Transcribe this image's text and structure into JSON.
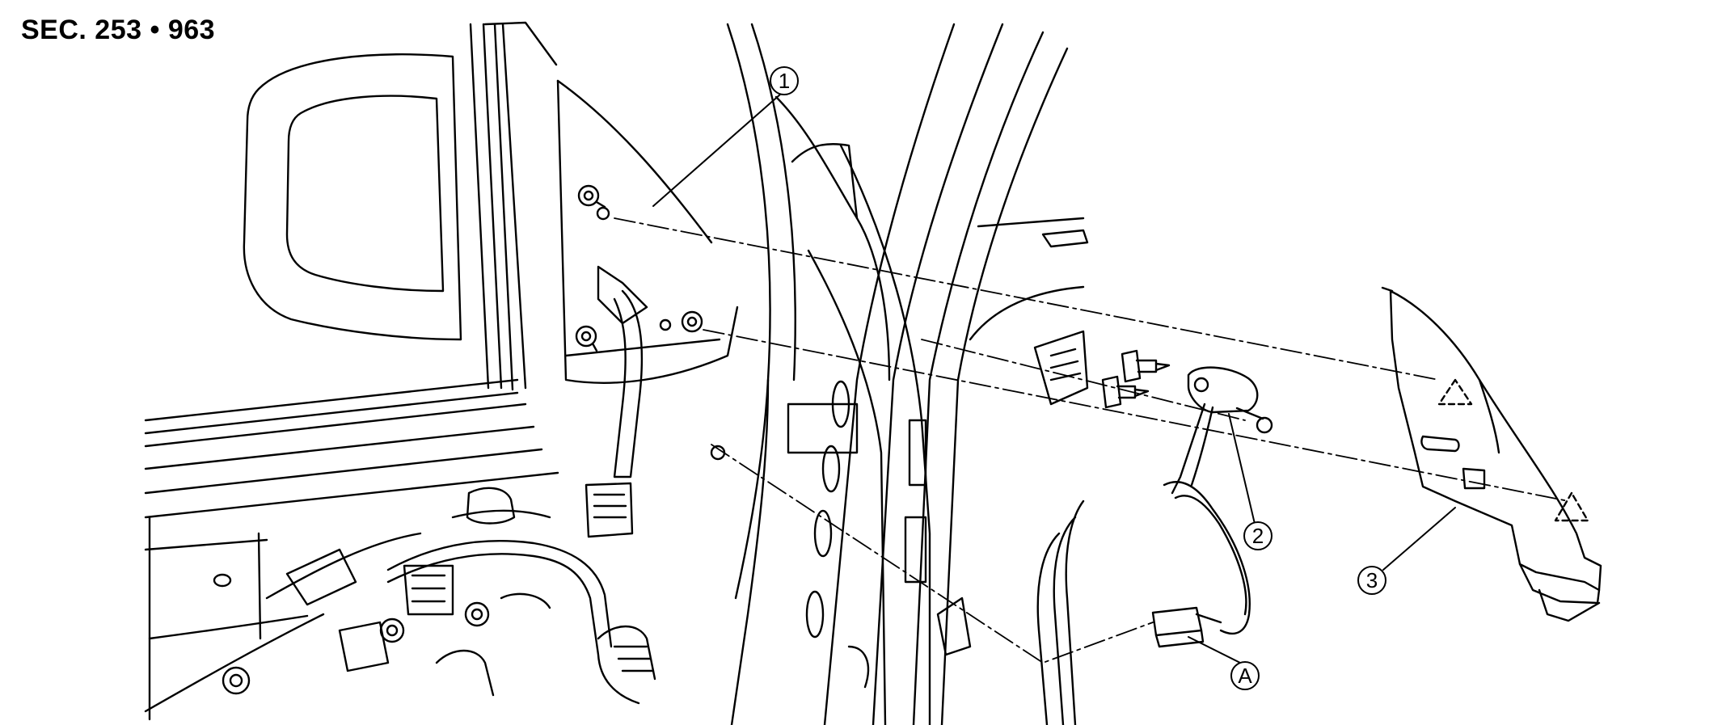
{
  "section_code": "SEC. 253 • 963",
  "callouts": [
    {
      "id": "c1",
      "label": "1"
    },
    {
      "id": "c2",
      "label": "2"
    },
    {
      "id": "c3",
      "label": "3"
    },
    {
      "id": "cA",
      "label": "A"
    }
  ]
}
